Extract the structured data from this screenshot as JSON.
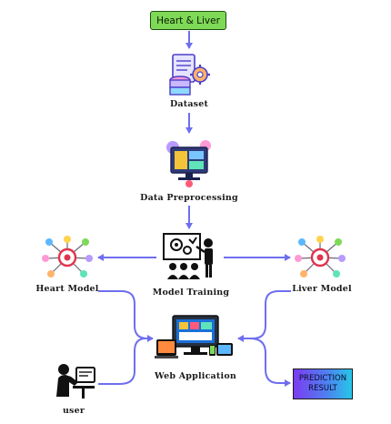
{
  "diagram": {
    "start": "Heart & Liver",
    "nodes": {
      "dataset": "Dataset",
      "preprocessing": "Data Preprocessing",
      "training": "Model Training",
      "heart_model": "Heart Model",
      "liver_model": "Liver Model",
      "web_app": "Web Application",
      "user": "user"
    },
    "result": {
      "line1": "PREDICTION",
      "line2": "RESULT"
    }
  },
  "colors": {
    "arrow": "#6e6ef0",
    "start_fill": "#7ed957",
    "result_gradient": [
      "#7c3cf0",
      "#26c6e8"
    ]
  },
  "icons": {
    "dataset": "database-gear-icon",
    "preprocessing": "data-processing-icon",
    "training": "presentation-board-icon",
    "heart_model": "neural-network-icon",
    "liver_model": "neural-network-icon",
    "web_app": "multi-device-screen-icon",
    "user": "person-at-computer-icon"
  }
}
